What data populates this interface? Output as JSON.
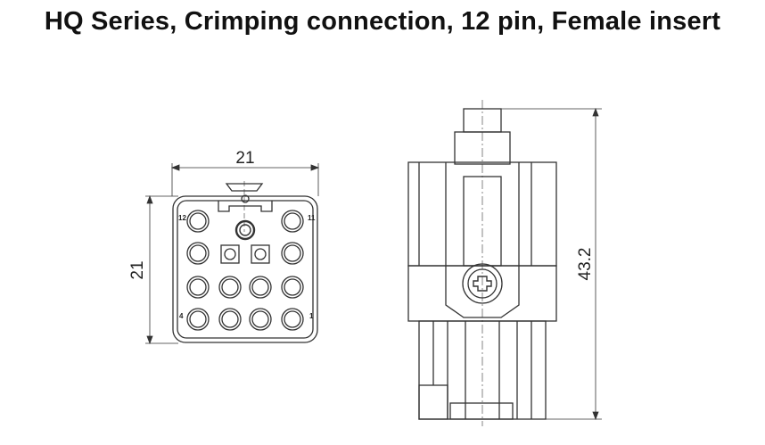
{
  "title": "HQ Series, Crimping connection, 12 pin, Female insert",
  "front_view": {
    "width_dim": "21",
    "height_dim": "21",
    "pin_labels": {
      "top_left": "12",
      "top_right": "11",
      "bottom_left": "4",
      "bottom_right": "1"
    }
  },
  "side_view": {
    "height_dim": "43.2"
  }
}
